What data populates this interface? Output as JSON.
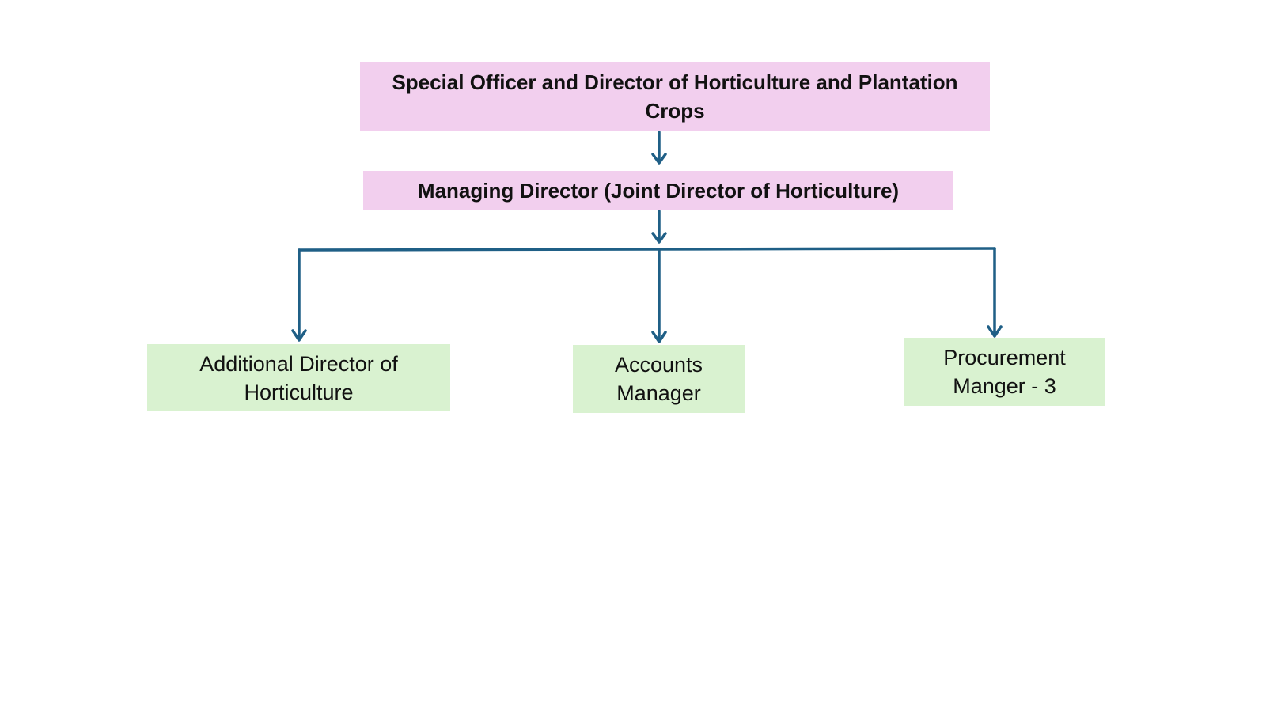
{
  "org_chart": {
    "top": {
      "label": "Special Officer and Director of Horticulture and Plantation Crops"
    },
    "managing_director": {
      "label": "Managing Director (Joint Director of Horticulture)"
    },
    "reports": [
      {
        "label": "Additional Director of Horticulture"
      },
      {
        "label": "Accounts Manager"
      },
      {
        "label": "Procurement Manger - 3"
      }
    ]
  },
  "colors": {
    "top_box_fill": "#f2cfee",
    "report_box_fill": "#d9f2d0",
    "connector": "#1f5f86",
    "text": "#111111"
  }
}
